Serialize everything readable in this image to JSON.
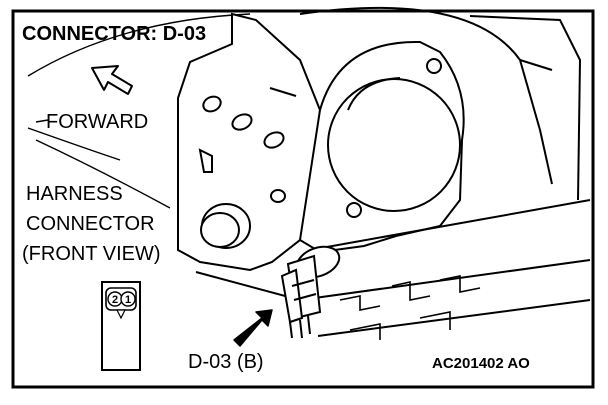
{
  "figure": {
    "title": "CONNECTOR: D-03",
    "forward_label": "FORWARD",
    "harness_label_lines": [
      "HARNESS",
      "CONNECTOR",
      "(FRONT VIEW)"
    ],
    "connector_callout": "D-03 (B)",
    "figure_code": "AC201402 AO",
    "connector_pins": [
      "2",
      "1"
    ]
  },
  "icons": {
    "forward_arrow": "hollow-arrow-icon",
    "pointer_arrow": "solid-arrow-icon"
  }
}
